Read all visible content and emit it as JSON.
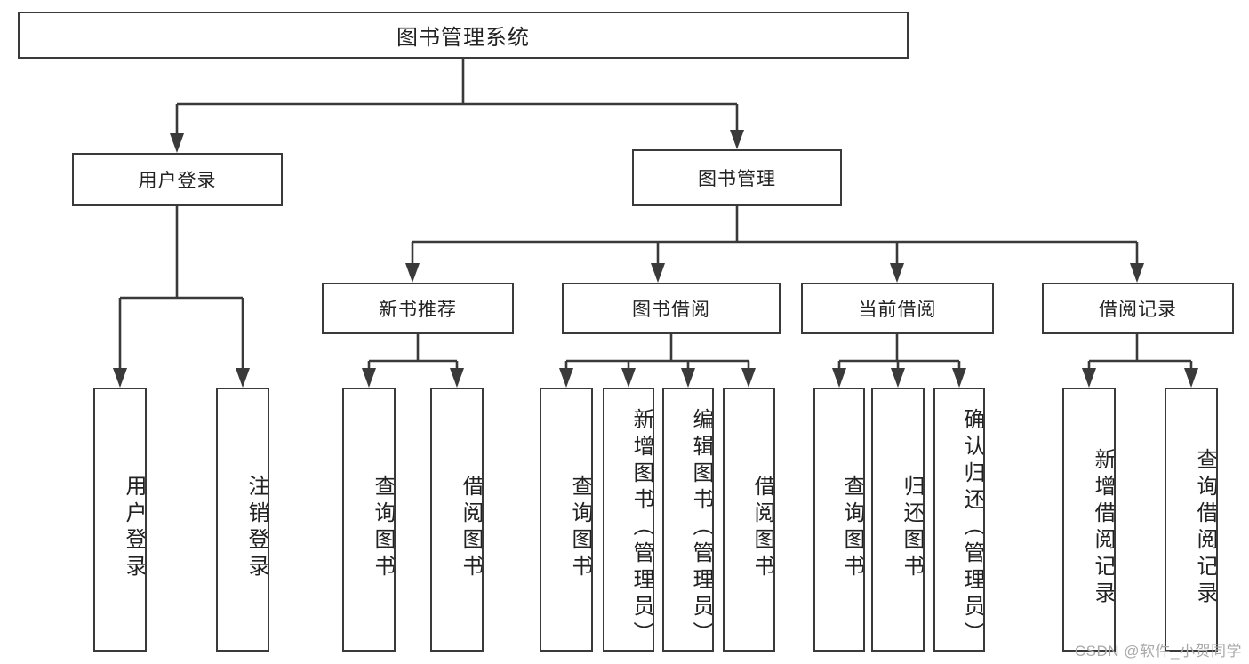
{
  "diagram": {
    "title": "图书管理系统",
    "type": "tree-structure-chart",
    "root": {
      "id": "root",
      "label": "图书管理系统"
    },
    "level1": [
      {
        "id": "user-login",
        "label": "用户登录"
      },
      {
        "id": "book-management",
        "label": "图书管理"
      }
    ],
    "level2": [
      {
        "id": "new-book-recommend",
        "label": "新书推荐"
      },
      {
        "id": "book-borrow",
        "label": "图书借阅"
      },
      {
        "id": "current-borrow",
        "label": "当前借阅"
      },
      {
        "id": "borrow-record",
        "label": "借阅记录"
      }
    ],
    "leaves": {
      "user_login": [
        {
          "id": "leaf-user-login",
          "label": "用户登录"
        },
        {
          "id": "leaf-user-logout",
          "label": "注销登录"
        }
      ],
      "new_book_recommend": [
        {
          "id": "leaf-query-book-1",
          "label": "查询图书"
        },
        {
          "id": "leaf-borrow-book-1",
          "label": "借阅图书"
        }
      ],
      "book_borrow": [
        {
          "id": "leaf-query-book-2",
          "label": "查询图书"
        },
        {
          "id": "leaf-add-book",
          "label": "新增图书（管理员）"
        },
        {
          "id": "leaf-edit-book",
          "label": "编辑图书（管理员）"
        },
        {
          "id": "leaf-borrow-book-2",
          "label": "借阅图书"
        }
      ],
      "current_borrow": [
        {
          "id": "leaf-query-book-3",
          "label": "查询图书"
        },
        {
          "id": "leaf-return-book",
          "label": "归还图书"
        },
        {
          "id": "leaf-confirm-return",
          "label": "确认归还（管理员）"
        }
      ],
      "borrow_record": [
        {
          "id": "leaf-add-record",
          "label": "新增借阅记录"
        },
        {
          "id": "leaf-query-record",
          "label": "查询借阅记录"
        }
      ]
    },
    "colors": {
      "border": "#3a3a3a",
      "background": "#ffffff",
      "text": "#222222",
      "watermark": "#a9a9a9"
    }
  },
  "watermark": {
    "text": "CSDN @软件_小贺同学"
  }
}
